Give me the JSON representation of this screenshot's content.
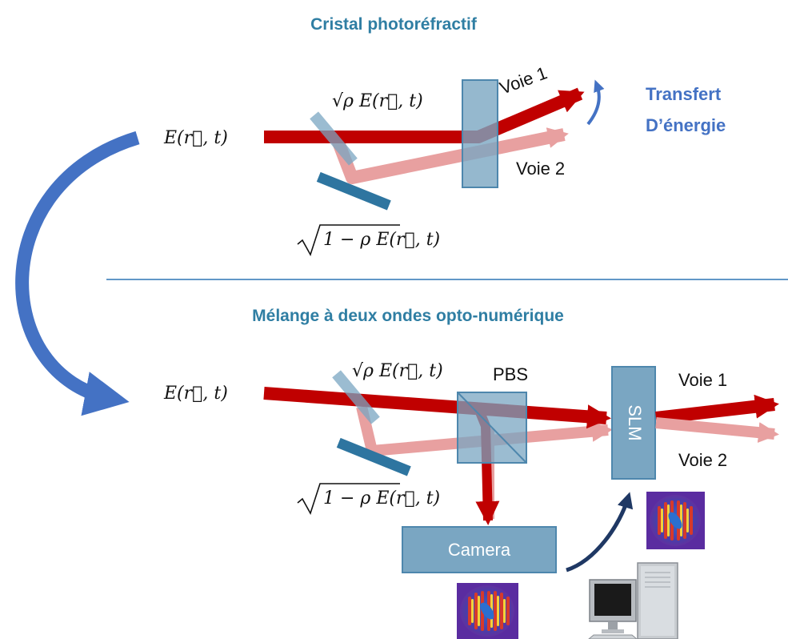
{
  "top": {
    "title": "Cristal photoréfractif",
    "input_field": "E(r⃗, t)",
    "splitter_label": "√ρ E(r⃗, t)",
    "mirror_label": "1 − ρ E(r⃗, t)",
    "voie1": "Voie 1",
    "voie2": "Voie 2",
    "transfer_line1": "Transfert",
    "transfer_line2": "D’énergie"
  },
  "bottom": {
    "title": "Mélange à deux ondes opto-numérique",
    "input_field": "E(r⃗, t)",
    "splitter_label": "√ρ E(r⃗, t)",
    "mirror_label": "1 − ρ E(r⃗, t)",
    "pbs_label": "PBS",
    "slm_label": "SLM",
    "camera_label": "Camera",
    "voie1": "Voie 1",
    "voie2": "Voie 2"
  },
  "colors": {
    "beam_strong": "#c00000",
    "beam_weak": "#e8a0a0",
    "element": "#7aa6c2",
    "mirror": "#2e75a0",
    "curve_arrow": "#4472c4",
    "dark_arrow": "#1f3864",
    "title": "#2f7ea3",
    "divider": "#2e75b6"
  },
  "icons": [
    "interference-pattern-icon",
    "computer-icon"
  ]
}
